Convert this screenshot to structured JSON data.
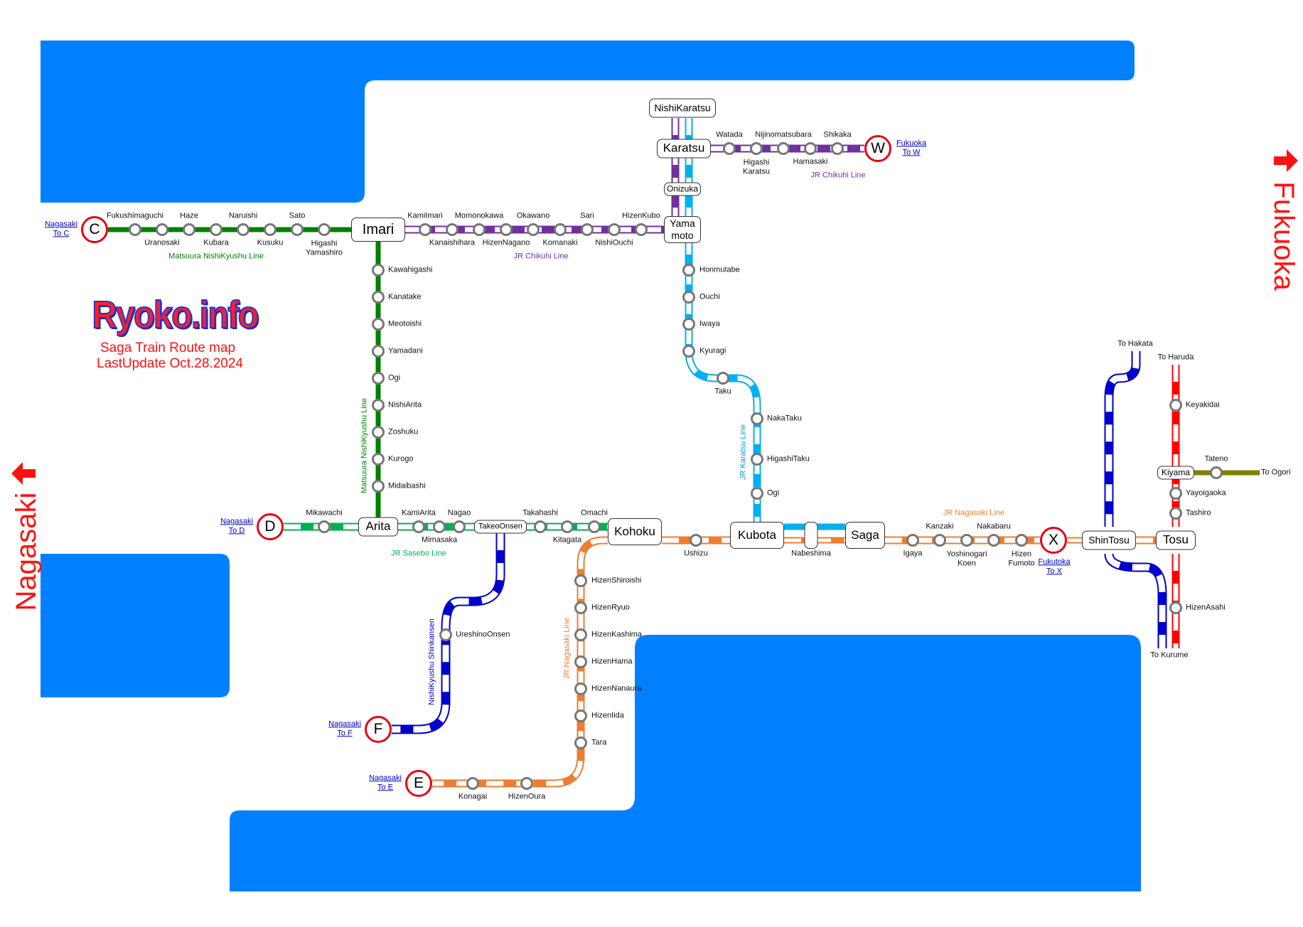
{
  "header": {
    "logo": "Ryoko.info",
    "title": "Saga Train Route map",
    "updated": "LastUpdate Oct.28.2024"
  },
  "directions": {
    "east": "Fukuoka",
    "west": "Nagasaki"
  },
  "colors": {
    "sea": "#0080ff",
    "matsuura": "#008000",
    "chikuhi": "#7030a0",
    "karatsu": "#00b0f0",
    "sasebo": "#00b050",
    "nagasaki": "#ed7d31",
    "kagoshima": "#ff0000",
    "shinkansen": "#0000cc",
    "kyudai": "#808000",
    "terminal": "#e60012",
    "link": "#0000cc"
  },
  "lines": {
    "matsuura_west": "Matsuura NishiKyushu Line",
    "matsuura_north": "Matsuura NishiKyushu Line",
    "chikuhi_imari": "JR Chikuhi Line",
    "chikuhi_karatsu": "JR Chikuhi Line",
    "karatsu": "JR Karatsu Line",
    "sasebo": "JR Sasebo Line",
    "nagasaki_vertical": "JR Nagasaki Line",
    "nagasaki_east": "JR Nagasaki Line",
    "shinkansen": "NishiKyushu Shinkansen"
  },
  "terminals": {
    "C": {
      "letter": "C",
      "link": "Nagasaki\nTo C"
    },
    "D": {
      "letter": "D",
      "link": "Nagasaki\nTo D"
    },
    "E": {
      "letter": "E",
      "link": "Nagasaki\nTo E"
    },
    "F": {
      "letter": "F",
      "link": "Nagasaki\nTo F"
    },
    "W": {
      "letter": "W",
      "link": "Fukuoka\nTo W"
    },
    "X": {
      "letter": "X",
      "link": "Fukutoka\nTo X"
    }
  },
  "major_stations": {
    "nishikaratsu": "NishiKaratsu",
    "karatsu": "Karatsu",
    "onizuka": "Onizuka",
    "imari": "Imari",
    "yamamoto": "Yama\nmoto",
    "arita": "Arita",
    "takeoonsen": "TakeoOnsen",
    "kohoku": "Kohoku",
    "kubota": "Kubota",
    "saga": "Saga",
    "shintosu": "ShinTosu",
    "tosu": "Tosu",
    "kiyama": "Kiyama"
  },
  "stations": {
    "matsuura_west": [
      "Fukushimaguchi",
      "Uranosaki",
      "Haze",
      "Kubara",
      "Naruishi",
      "Kusuku",
      "Sato",
      "Higashi\nYamashiro"
    ],
    "matsuura_north": [
      "Kawahigashi",
      "Kanatake",
      "Meotoishi",
      "Yamadani",
      "Ogi",
      "NishiArita",
      "Zoshuku",
      "Kurogo",
      "Midaibashi"
    ],
    "chikuhi_imari": [
      "KamiImari",
      "Kanaishihara",
      "Momonokawa",
      "HizenNagano",
      "Okawano",
      "Komanaki",
      "Sari",
      "NishiOuchi",
      "HizenKubo"
    ],
    "chikuhi_karatsu": [
      "Watada",
      "Higashi\nKaratsu",
      "Nijinomatsubara",
      "Hamasaki",
      "Shikaka"
    ],
    "karatsu": [
      "Honmutabe",
      "Ouchi",
      "Iwaya",
      "Kyuragi",
      "Taku",
      "NakaTaku",
      "HigashiTaku",
      "Ogi"
    ],
    "sasebo_west": [
      "Mikawachi"
    ],
    "sasebo": [
      "KamiArita",
      "Mimasaka",
      "Nagao",
      "Takahashi",
      "Kitagata",
      "Omachi"
    ],
    "nagasaki_east": [
      "Ushizu",
      "Nabeshima",
      "Igaya",
      "Kanzaki",
      "Yoshinogari\nKoen",
      "Nakabaru",
      "Hizen\nFumoto"
    ],
    "nagasaki_vertical": [
      "HizenShiroishi",
      "HizenRyuo",
      "HizenKashima",
      "HizenHama",
      "HizenNanaura",
      "HizenIida",
      "Tara",
      "HizenOura",
      "Konagai"
    ],
    "shinkansen": [
      "UreshinoOnsen"
    ],
    "kagoshima": [
      "Keyakidai",
      "Yayoigaoka",
      "Tashiro",
      "HizenAsahi"
    ],
    "kyudai": [
      "Tateno"
    ]
  },
  "destinations": {
    "hakata": "To Hakata",
    "haruda": "To Haruda",
    "ogori": "To Ogori",
    "kurume": "To Kurume"
  }
}
